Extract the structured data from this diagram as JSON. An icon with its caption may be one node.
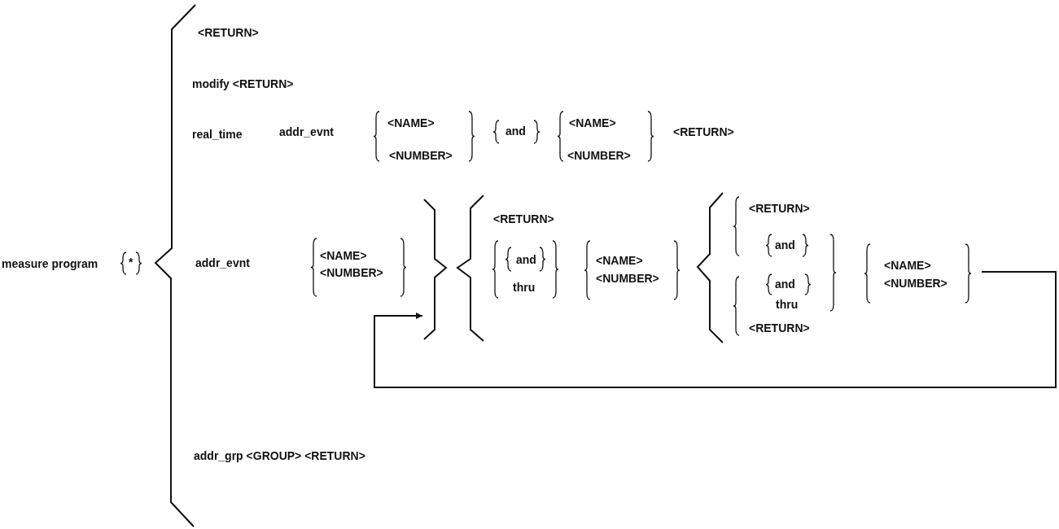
{
  "diagram": {
    "nodes": [
      {
        "text": [
          "<NAME>",
          "<NUMBER>"
        ]
      },
      {
        "text": [],
        "shape": "brace"
      }
    ],
    "edges": [
      {
        "from": 0,
        "to": 1,
        "arrow": "to"
      }
    ],
    "labels": [
      "<RETURN>",
      "modify <RETURN>",
      "real_time",
      "addr_evnt",
      "<NAME>",
      "<NUMBER>",
      "and",
      "<NAME>",
      "<NUMBER>",
      "<RETURN>",
      "measure program",
      "*",
      "addr_evnt",
      "<NAME>",
      "<NUMBER>",
      "<RETURN>",
      "and",
      "thru",
      "<NAME>",
      "<NUMBER>",
      "<RETURN>",
      "and",
      "and",
      "thru",
      "<RETURN>",
      "addr_grp <GROUP> <RETURN>"
    ]
  }
}
